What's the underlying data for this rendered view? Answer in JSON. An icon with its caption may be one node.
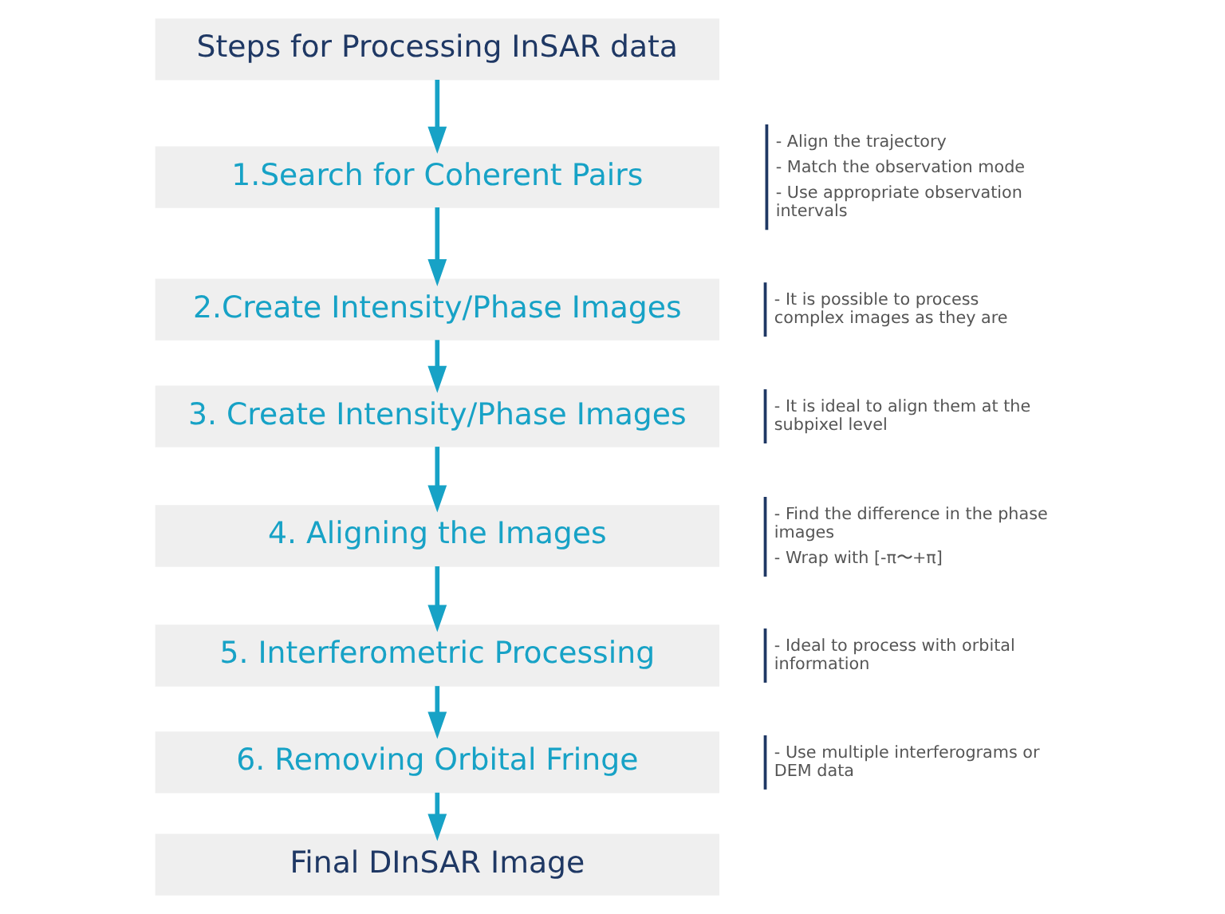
{
  "diagram": {
    "nodes": [
      {
        "text": [
          "Steps for Processing InSAR data"
        ]
      },
      {
        "text": [
          "1.Search for Coherent Pairs"
        ],
        "beside": [
          "- Align the trajectory",
          "- Match the observation mode",
          "- Use appropriate observation intervals"
        ]
      },
      {
        "text": [
          "2.Create Intensity/Phase Images"
        ],
        "beside": [
          "- It is possible to process complex images as they are"
        ]
      },
      {
        "text": [
          "3. Create Intensity/Phase Images"
        ],
        "beside": [
          "- It is ideal to align them at the subpixel level"
        ]
      },
      {
        "text": [
          "4. Aligning the Images"
        ],
        "beside": [
          "- Find the difference in the phase images",
          "- Wrap with [-π〜+π]"
        ]
      },
      {
        "text": [
          "5. Interferometric Processing"
        ],
        "beside": [
          "- Ideal to process with orbital information"
        ]
      },
      {
        "text": [
          "6. Removing Orbital Fringe"
        ],
        "beside": [
          "- Use multiple interferograms or DEM data"
        ]
      },
      {
        "text": [
          "Final DInSAR Image"
        ]
      }
    ],
    "edges": [
      {
        "from": 0,
        "to": 1,
        "arrow": "to"
      },
      {
        "from": 1,
        "to": 2,
        "arrow": "to"
      },
      {
        "from": 2,
        "to": 3,
        "arrow": "to"
      },
      {
        "from": 3,
        "to": 4,
        "arrow": "to"
      },
      {
        "from": 4,
        "to": 5,
        "arrow": "to"
      },
      {
        "from": 5,
        "to": 6,
        "arrow": "to"
      },
      {
        "from": 6,
        "to": 7,
        "arrow": "to"
      }
    ]
  }
}
